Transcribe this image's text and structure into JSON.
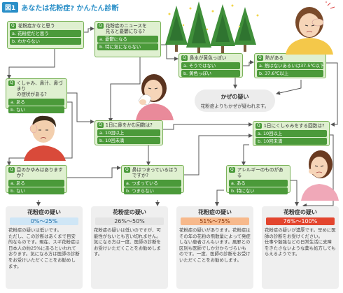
{
  "figure": {
    "badge": "図1",
    "title": "あなたは花粉症? かんたん診断"
  },
  "questions": {
    "q_start": {
      "mark": "Q",
      "text": "花粉症かなと思う",
      "options": [
        "a. 花粉症だと思う",
        "b. わからない"
      ]
    },
    "q_news": {
      "mark": "Q",
      "text": "花粉症のニュースを\n見ると憂鬱になる?",
      "options": [
        "a. 憂鬱になる",
        "b. 特に気にならない"
      ]
    },
    "q_nose": {
      "mark": "Q",
      "text": "鼻水が黄色っぽい",
      "options": [
        "a. そうではない",
        "b. 黄色っぽい"
      ]
    },
    "q_fever": {
      "mark": "Q",
      "text": "熱がある",
      "options": [
        "a. 熱はないあるいは37.5℃以下",
        "b. 37.6℃以上"
      ]
    },
    "q_sneeze": {
      "mark": "Q",
      "text": "くしゃみ、鼻汁、鼻づまり\nの症状がある?",
      "options": [
        "a. ある",
        "b. ない"
      ]
    },
    "q_nosecount": {
      "mark": "Q",
      "text": "1日に鼻をかむ回数は?",
      "options": [
        "a. 10回以上",
        "b. 10回未満"
      ]
    },
    "q_sneezecount": {
      "mark": "Q",
      "text": "1日にくしゃみをする回数は?",
      "options": [
        "a. 10回以上",
        "b. 10回未満"
      ]
    },
    "q_eyes": {
      "mark": "Q",
      "text": "目のかゆみはありますか?",
      "options": [
        "a. ある",
        "b. ない"
      ]
    },
    "q_stuffy": {
      "mark": "Q",
      "text": "鼻はつまっているほうですか?",
      "options": [
        "a. つまっている",
        "b. つまらない"
      ]
    },
    "q_allergy": {
      "mark": "Q",
      "text": "アレルギーのものがある",
      "options": [
        "a. ある",
        "b. 特にない"
      ]
    }
  },
  "cold_result": {
    "title": "かぜの疑い",
    "body": "花粉症よりもかぜが疑われます。"
  },
  "results": [
    {
      "title": "花粉症の疑い",
      "range": "0%〜25%",
      "range_bg": "#cfe6f6",
      "range_color": "#1f6fa8",
      "body": "花粉症の疑いは低いです。\nただし、この診断はあくまで目安的なものです。現在、スギ花粉症は日本人の約25%にあるといわれております。気になる方は医師の診断をお受けいただくことをお勧めします。"
    },
    {
      "title": "花粉症の疑い",
      "range": "26%〜50%",
      "range_bg": "#e4e4e4",
      "range_color": "#444444",
      "body": "花粉症の疑いは低いのですが、可能性がないとも言い切れません。\n気になる方は一度、医師の診断をお受けいただくことをお勧めします。"
    },
    {
      "title": "花粉症の疑い",
      "range": "51%〜75%",
      "range_bg": "#f7b98c",
      "range_color": "#8a3a10",
      "body": "花粉症の疑いがあります。花粉症はその年の花粉の飛散量によって発症しない患者さんもいます。風邪との区別も医師でしか分からづらいものです。一度、医師の診断をお受けいただくことをお勧めします。"
    },
    {
      "title": "花粉症の疑い",
      "range": "76%〜100%",
      "range_bg": "#e3452e",
      "range_color": "#ffffff",
      "body": "花粉症の疑いが濃厚です。早めに医師の診断をお受けください。\n仕事や勉強などの日常生活に支障をきたさないような薬も処方してもらえるようです。"
    }
  ],
  "illustrations": {
    "trees": "cedar-trees",
    "woman_top": "woman-with-headache",
    "woman_tissue": "woman-blowing-nose",
    "man": "man-sneezing",
    "woman_right": "woman-feeling-unwell"
  },
  "colors": {
    "question_bg": "#dff0d0",
    "option_bg": "#4b9a3a",
    "line": "#555555"
  }
}
